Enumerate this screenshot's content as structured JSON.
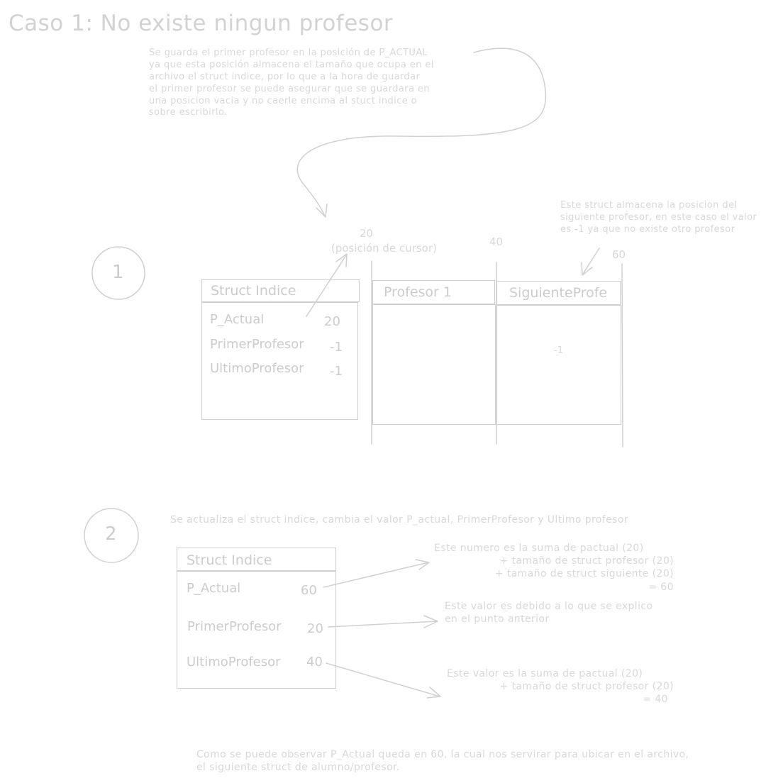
{
  "title": "Caso 1: No existe ningun profesor",
  "intro_lines": [
    "Se guarda el primer profesor en la posición de P_ACTUAL",
    "ya que esta posición almacena el tamaño que ocupa en el",
    "archivo el struct indice, por lo que a la hora de guardar",
    "el primer profesor se puede asegurar que se guardara en",
    "una posicion vacia y no caerle encima al stuct indice o",
    "sobre escribirlo."
  ],
  "step1": {
    "number": "1",
    "note_lines": [
      "Este struct almacena la posicion del",
      "siguiente profesor, en este caso el valor",
      "es -1 ya que no existe otro profesor"
    ],
    "pos20": "20",
    "pos20_caption": "(posición de cursor)",
    "pos40": "40",
    "pos60": "60",
    "indice_title": "Struct Indice",
    "fields": [
      {
        "name": "P_Actual",
        "value": "20"
      },
      {
        "name": "PrimerProfesor",
        "value": "-1"
      },
      {
        "name": "UltimoProfesor",
        "value": "-1"
      }
    ],
    "profesor_title": "Profesor 1",
    "siguiente_title": "SiguienteProfe",
    "siguiente_value": "-1"
  },
  "step2": {
    "number": "2",
    "heading": "Se actualiza el struct indice, cambia el valor P_actual, PrimerProfesor y Ultimo profesor",
    "indice_title": "Struct Indice",
    "fields": [
      {
        "name": "P_Actual",
        "value": "60"
      },
      {
        "name": "PrimerProfesor",
        "value": "20"
      },
      {
        "name": "UltimoProfesor",
        "value": "40"
      }
    ],
    "note_a": [
      "Este numero es la suma de pactual (20)",
      "+          tamaño de struct profesor (20)",
      "+          tamaño de struct siguiente (20)",
      "= 60"
    ],
    "note_b": [
      "Este valor es debido a lo que se explico",
      "en el punto anterior"
    ],
    "note_c": [
      "Este valor es la suma de pactual (20)",
      "+          tamaño de struct profesor (20)",
      "= 40"
    ]
  },
  "conclusion_lines": [
    "Como se puede observar P_Actual queda en 60, la cual nos servirar para ubicar en el archivo,",
    "el siguiente struct de alumno/profesor."
  ],
  "colors": {
    "stroke": "#d0d0d0",
    "text": "#d8d8d8"
  }
}
